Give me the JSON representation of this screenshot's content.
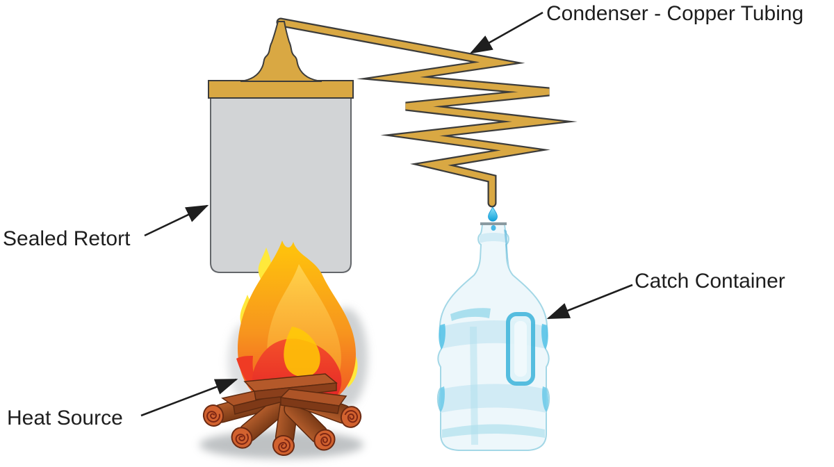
{
  "labels": {
    "condenser": "Condenser - Copper Tubing",
    "sealed_retort": "Sealed Retort",
    "catch_container": "Catch Container",
    "heat_source": "Heat Source"
  },
  "colors": {
    "background": "#FFFFFF",
    "copper": "#D9A843",
    "copper_outline": "#3C3C3B",
    "retort_body": "#D2D4D6",
    "retort_border": "#63666A",
    "flame_yellow": "#FFE93B",
    "flame_orange": "#F7941E",
    "flame_red": "#EF3B24",
    "log_brown": "#A0522D",
    "bottle_blue": "#CBE9F3",
    "bottle_accent": "#54C2E6",
    "drop_blue": "#29ABE2",
    "label_text": "#1E1E1E",
    "arrow": "#1E1E1E"
  }
}
